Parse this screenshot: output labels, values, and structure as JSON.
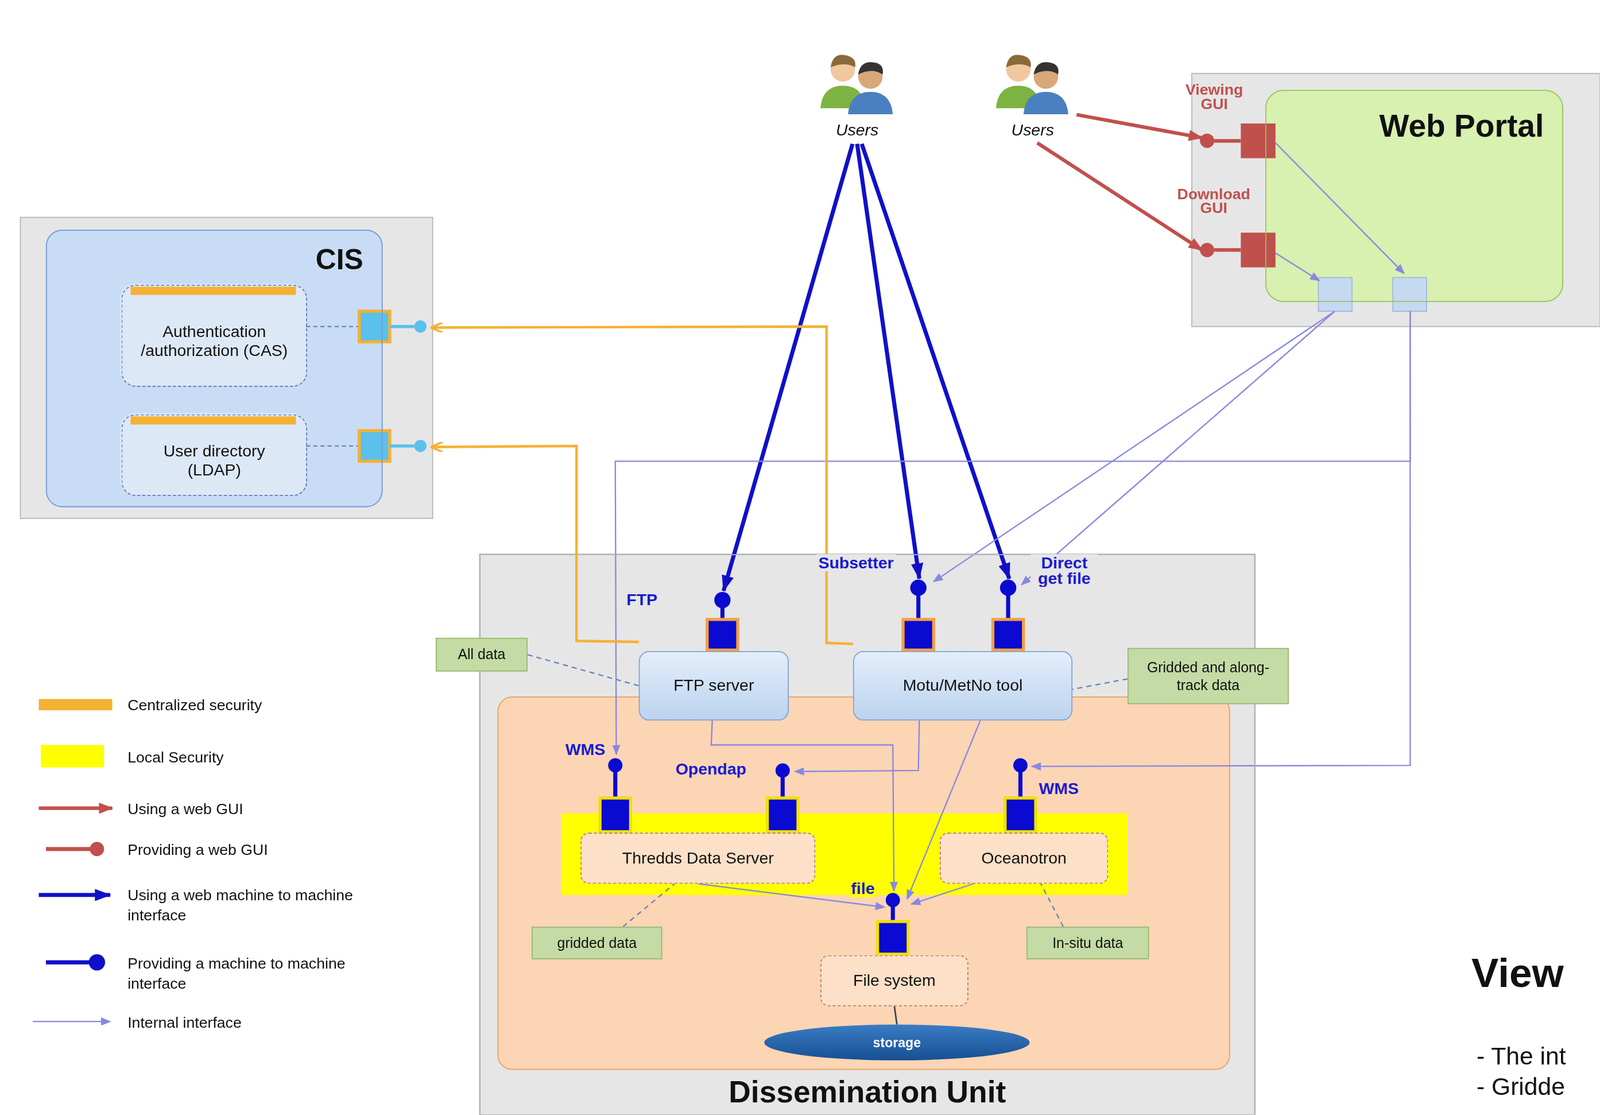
{
  "diagram": {
    "nodes": [
      {
        "text": [
          "CIS"
        ]
      },
      {
        "text": [
          "Authentication /authorization (CAS)"
        ],
        "in": 0
      },
      {
        "text": [
          "User directory (LDAP)"
        ],
        "in": 0
      },
      {
        "text": [
          "Users"
        ]
      },
      {
        "text": [
          "Users"
        ]
      },
      {
        "text": [
          "Web Portal"
        ]
      },
      {
        "text": [
          "Dissemination Unit"
        ]
      },
      {
        "text": [
          "FTP server"
        ],
        "in": 6
      },
      {
        "text": [
          "Motu/MetNo tool"
        ],
        "in": 6
      },
      {
        "text": [
          "Thredds Data Server"
        ],
        "in": 6
      },
      {
        "text": [
          "Oceanotron"
        ],
        "in": 6
      },
      {
        "text": [
          "File system"
        ],
        "in": 6
      },
      {
        "text": [
          "storage"
        ],
        "in": 6
      },
      {
        "text": [
          "All data"
        ]
      },
      {
        "text": [
          "Gridded and along-track data"
        ]
      },
      {
        "text": [
          "gridded data"
        ],
        "in": 6
      },
      {
        "text": [
          "In-situ data"
        ],
        "in": 6
      }
    ],
    "edges": [
      {
        "from": 3,
        "to": 7,
        "arrow": "to"
      },
      {
        "from": 3,
        "to": 8,
        "arrow": "to"
      },
      {
        "from": 3,
        "to": 8,
        "arrow": "to"
      },
      {
        "from": 4,
        "to": 5,
        "arrow": "to"
      },
      {
        "from": 4,
        "to": 5,
        "arrow": "to"
      },
      {
        "from": 5,
        "to": 8,
        "arrow": "to"
      },
      {
        "from": 5,
        "to": 8,
        "arrow": "to"
      },
      {
        "from": 5,
        "to": 9,
        "arrow": "to"
      },
      {
        "from": 5,
        "to": 10,
        "arrow": "to"
      },
      {
        "from": 8,
        "to": 1,
        "arrow": "to"
      },
      {
        "from": 7,
        "to": 2,
        "arrow": "to"
      },
      {
        "from": 7,
        "to": 11,
        "arrow": "to"
      },
      {
        "from": 8,
        "to": 9,
        "arrow": "to"
      },
      {
        "from": 8,
        "to": 11,
        "arrow": "to"
      },
      {
        "from": 9,
        "to": 11,
        "arrow": "to"
      },
      {
        "from": 10,
        "to": 11,
        "arrow": "to"
      },
      {
        "from": 11,
        "to": 12,
        "arrow": "none"
      },
      {
        "from": 13,
        "to": 7,
        "arrow": "none"
      },
      {
        "from": 14,
        "to": 8,
        "arrow": "none"
      },
      {
        "from": 15,
        "to": 9,
        "arrow": "none"
      },
      {
        "from": 16,
        "to": 10,
        "arrow": "none"
      }
    ],
    "labels": [
      "FTP",
      "Subsetter",
      "Direct get file",
      "WMS",
      "Opendap",
      "WMS",
      "file",
      "Viewing GUI",
      "Download GUI",
      "View",
      "- The int",
      "- Gridde"
    ],
    "legend": [
      {
        "text": "Centralized security",
        "color": "#f5b133"
      },
      {
        "text": "Local Security",
        "color": "#ffff00"
      },
      {
        "text": "Using a web GUI"
      },
      {
        "text": "Providing a web GUI"
      },
      {
        "text": "Using a web machine to machine interface"
      },
      {
        "text": "Providing a machine to machine interface"
      },
      {
        "text": "Internal interface"
      }
    ]
  }
}
